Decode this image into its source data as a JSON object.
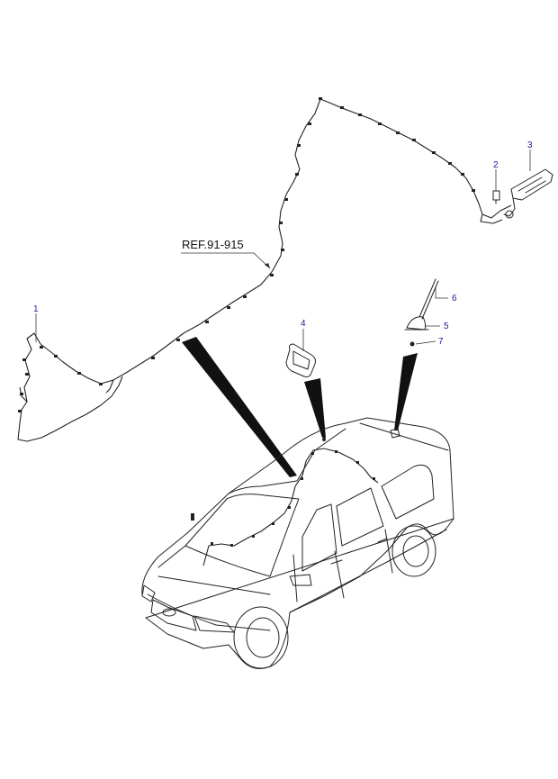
{
  "reference": {
    "label": "REF.91-915"
  },
  "callouts": [
    {
      "id": "part-1",
      "number": "1"
    },
    {
      "id": "part-2",
      "number": "2"
    },
    {
      "id": "part-3",
      "number": "3"
    },
    {
      "id": "part-4",
      "number": "4"
    },
    {
      "id": "part-5",
      "number": "5"
    },
    {
      "id": "part-6",
      "number": "6"
    },
    {
      "id": "part-7",
      "number": "7"
    }
  ],
  "colors": {
    "callout_text": "#1a1aa0",
    "line": "#222222",
    "background": "#ffffff"
  }
}
